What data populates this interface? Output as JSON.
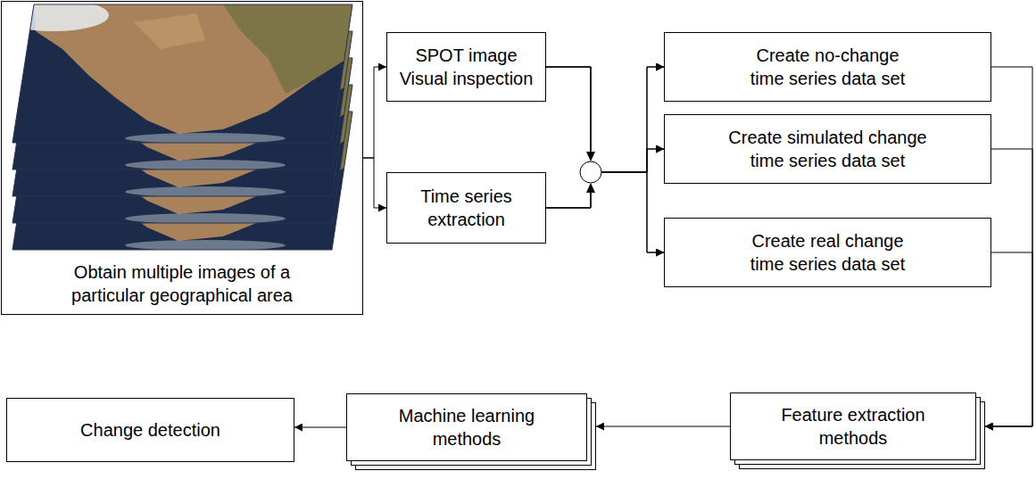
{
  "diagram": {
    "nodes": [
      {
        "text": [
          "Obtain multiple images of a particular geographical area"
        ]
      },
      {
        "text": [
          "SPOT image Visual inspection"
        ]
      },
      {
        "text": [
          "Time series extraction"
        ]
      },
      {
        "text": [
          "Create no-change time series data set"
        ]
      },
      {
        "text": [
          "Create simulated change time series data set"
        ]
      },
      {
        "text": [
          "Create real change time series data set"
        ]
      },
      {
        "text": [
          "Change detection"
        ]
      },
      {
        "text": [
          "Machine learning methods"
        ]
      },
      {
        "text": [
          "Feature extraction methods"
        ]
      }
    ],
    "edges": [
      {
        "from": 0,
        "to": 1,
        "arrow": "to"
      },
      {
        "from": 0,
        "to": 2,
        "arrow": "to"
      },
      {
        "from": 1,
        "to": 3,
        "arrow": "to"
      },
      {
        "from": 1,
        "to": 4,
        "arrow": "to"
      },
      {
        "from": 1,
        "to": 5,
        "arrow": "to"
      },
      {
        "from": 2,
        "to": 3,
        "arrow": "to"
      },
      {
        "from": 2,
        "to": 4,
        "arrow": "to"
      },
      {
        "from": 2,
        "to": 5,
        "arrow": "to"
      },
      {
        "from": 3,
        "to": 8,
        "arrow": "to"
      },
      {
        "from": 4,
        "to": 8,
        "arrow": "to"
      },
      {
        "from": 5,
        "to": 8,
        "arrow": "to"
      },
      {
        "from": 8,
        "to": 7,
        "arrow": "to"
      },
      {
        "from": 7,
        "to": 6,
        "arrow": "to"
      }
    ]
  }
}
